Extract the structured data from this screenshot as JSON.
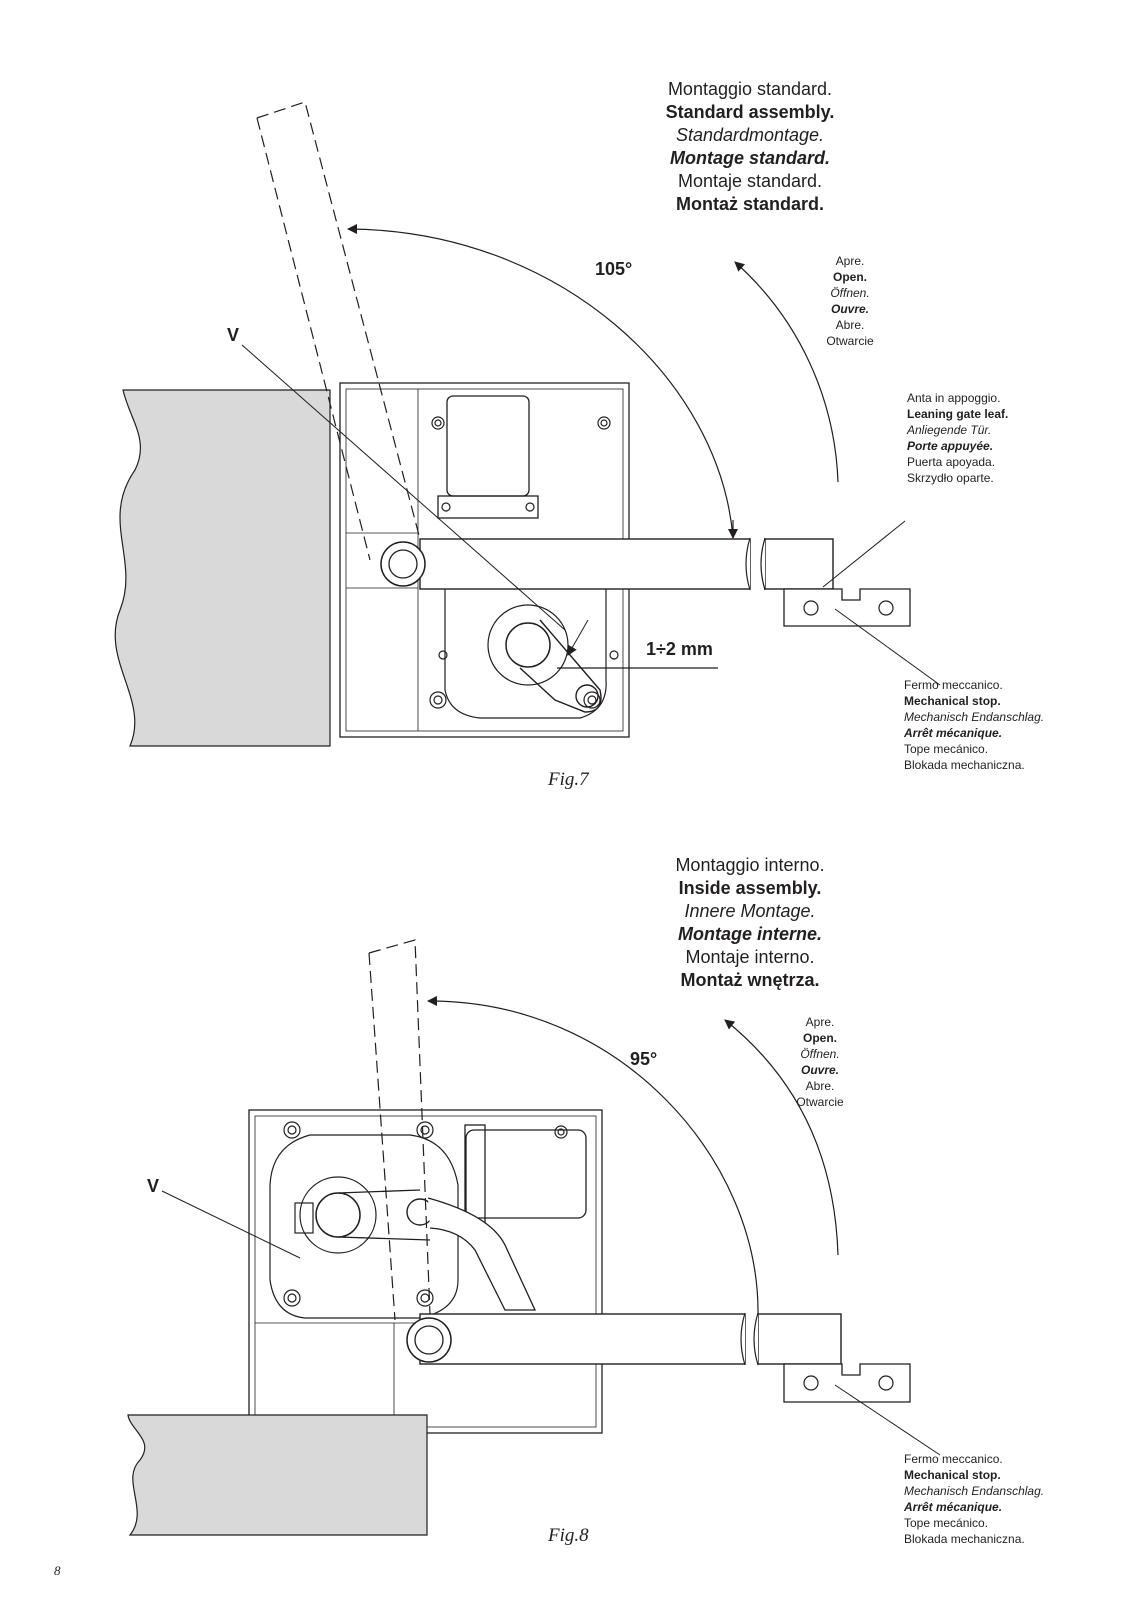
{
  "fig7": {
    "title_lines": [
      "Montaggio standard.",
      "Standard assembly.",
      "Standardmontage.",
      "Montage standard.",
      "Montaje standard.",
      "Montaż standard."
    ],
    "angle": "105°",
    "v_label": "V",
    "gap_label": "1÷2 mm",
    "open_lines": [
      "Apre.",
      "Open.",
      "Öffnen.",
      "Ouvre.",
      "Abre.",
      "Otwarcie"
    ],
    "leaf_lines": [
      "Anta in appoggio.",
      "Leaning gate leaf.",
      "Anliegende Tür.",
      "Porte appuyée.",
      "Puerta apoyada.",
      "Skrzydło oparte."
    ],
    "stop_lines": [
      "Fermo meccanico.",
      "Mechanical stop.",
      "Mechanisch Endanschlag.",
      "Arrêt mécanique.",
      "Tope mecánico.",
      "Blokada mechaniczna."
    ],
    "caption": "Fig.7"
  },
  "fig8": {
    "title_lines": [
      "Montaggio interno.",
      "Inside assembly.",
      "Innere Montage.",
      "Montage interne.",
      "Montaje interno.",
      "Montaż wnętrza."
    ],
    "angle": "95°",
    "v_label": "V",
    "open_lines": [
      "Apre.",
      "Open.",
      "Öffnen.",
      "Ouvre.",
      "Abre.",
      "Otwarcie"
    ],
    "stop_lines": [
      "Fermo meccanico.",
      "Mechanical stop.",
      "Mechanisch Endanschlag.",
      "Arrêt mécanique.",
      "Tope mecánico.",
      "Blokada mechaniczna."
    ],
    "caption": "Fig.8"
  },
  "page_number": "8",
  "colors": {
    "ink": "#231f20",
    "wall": "#d9d9d9"
  }
}
